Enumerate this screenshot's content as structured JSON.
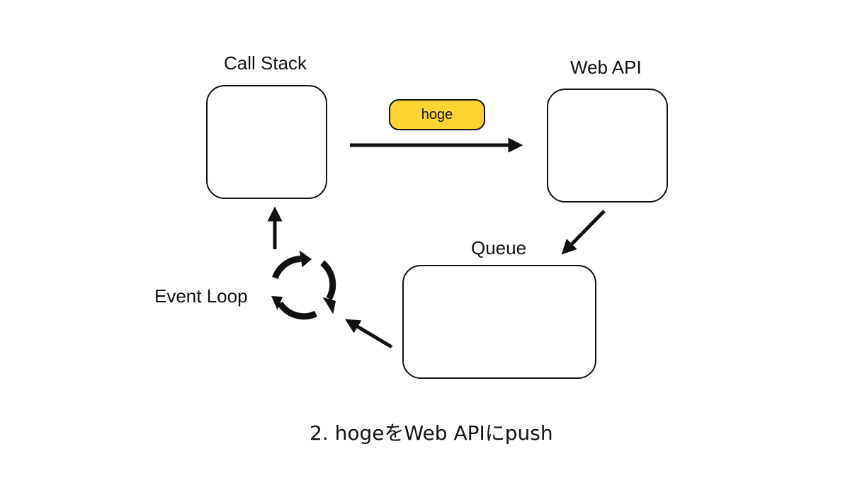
{
  "nodes": {
    "call_stack": {
      "label": "Call Stack"
    },
    "web_api": {
      "label": "Web API"
    },
    "queue": {
      "label": "Queue"
    },
    "event_loop": {
      "label": "Event Loop"
    }
  },
  "token": {
    "label": "hoge",
    "color": "#FFD431"
  },
  "caption": "2. hogeをWeb APIにpush",
  "colors": {
    "stroke": "#111111",
    "background": "#ffffff"
  }
}
